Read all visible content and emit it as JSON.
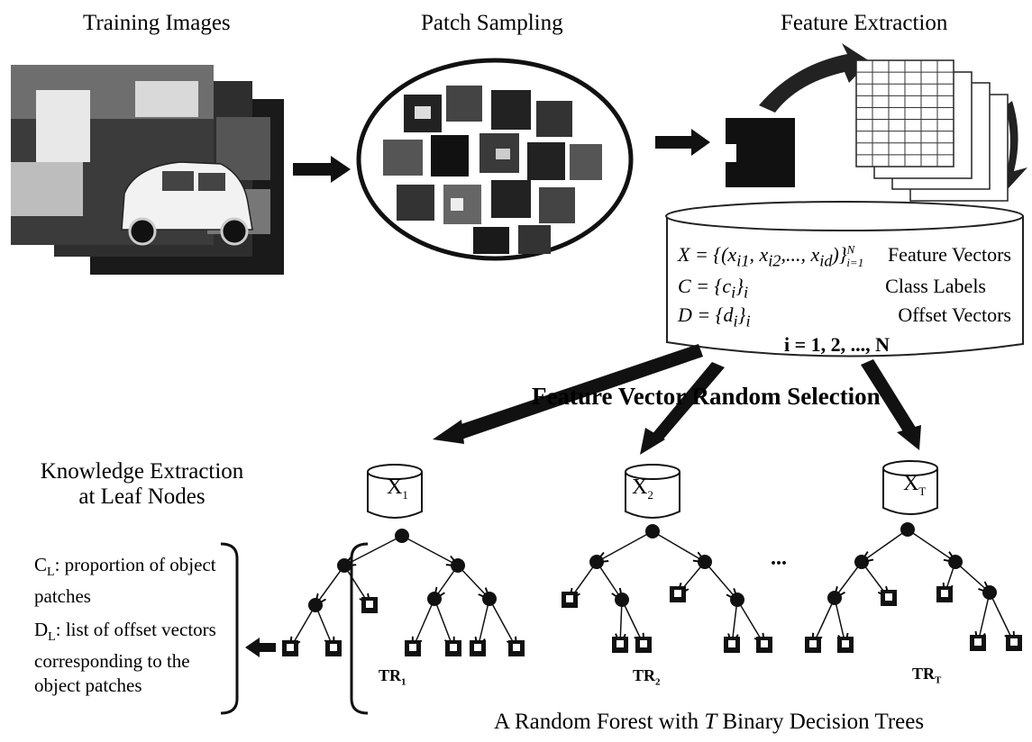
{
  "sections": {
    "training_images": "Training Images",
    "patch_sampling": "Patch Sampling",
    "feature_extraction": "Feature Extraction",
    "random_selection": "Feature Vector Random Selection",
    "knowledge_extraction_line1": "Knowledge Extraction",
    "knowledge_extraction_line2": "at Leaf Nodes",
    "forest_caption_pre": "A Random Forest with ",
    "forest_caption_var": "T",
    "forest_caption_post": " Binary Decision Trees"
  },
  "database": {
    "rows": [
      {
        "formula": "X = {(x_i1, x_i2, ..., x_id)}_{i=1}^N",
        "label": "Feature Vectors"
      },
      {
        "formula": "C = {c_i}_i",
        "label": "Class Labels"
      },
      {
        "formula": "D = {d_i}_i",
        "label": "Offset Vectors"
      }
    ],
    "index": "i = 1, 2, ..., N"
  },
  "trees": [
    {
      "db": "X",
      "db_sub": "1",
      "label": "TR",
      "label_sub": "1"
    },
    {
      "db": "X",
      "db_sub": "2",
      "label": "TR",
      "label_sub": "2"
    },
    {
      "db": "X",
      "db_sub": "T",
      "label": "TR",
      "label_sub": "T"
    }
  ],
  "ellipsis": "...",
  "leaf_knowledge": {
    "cl_key": "C",
    "cl_sub": "L",
    "cl_text": ":  proportion of object patches",
    "dl_key": "D",
    "dl_sub": "L",
    "dl_text": ":  list of offset vectors corresponding to the object patches"
  }
}
